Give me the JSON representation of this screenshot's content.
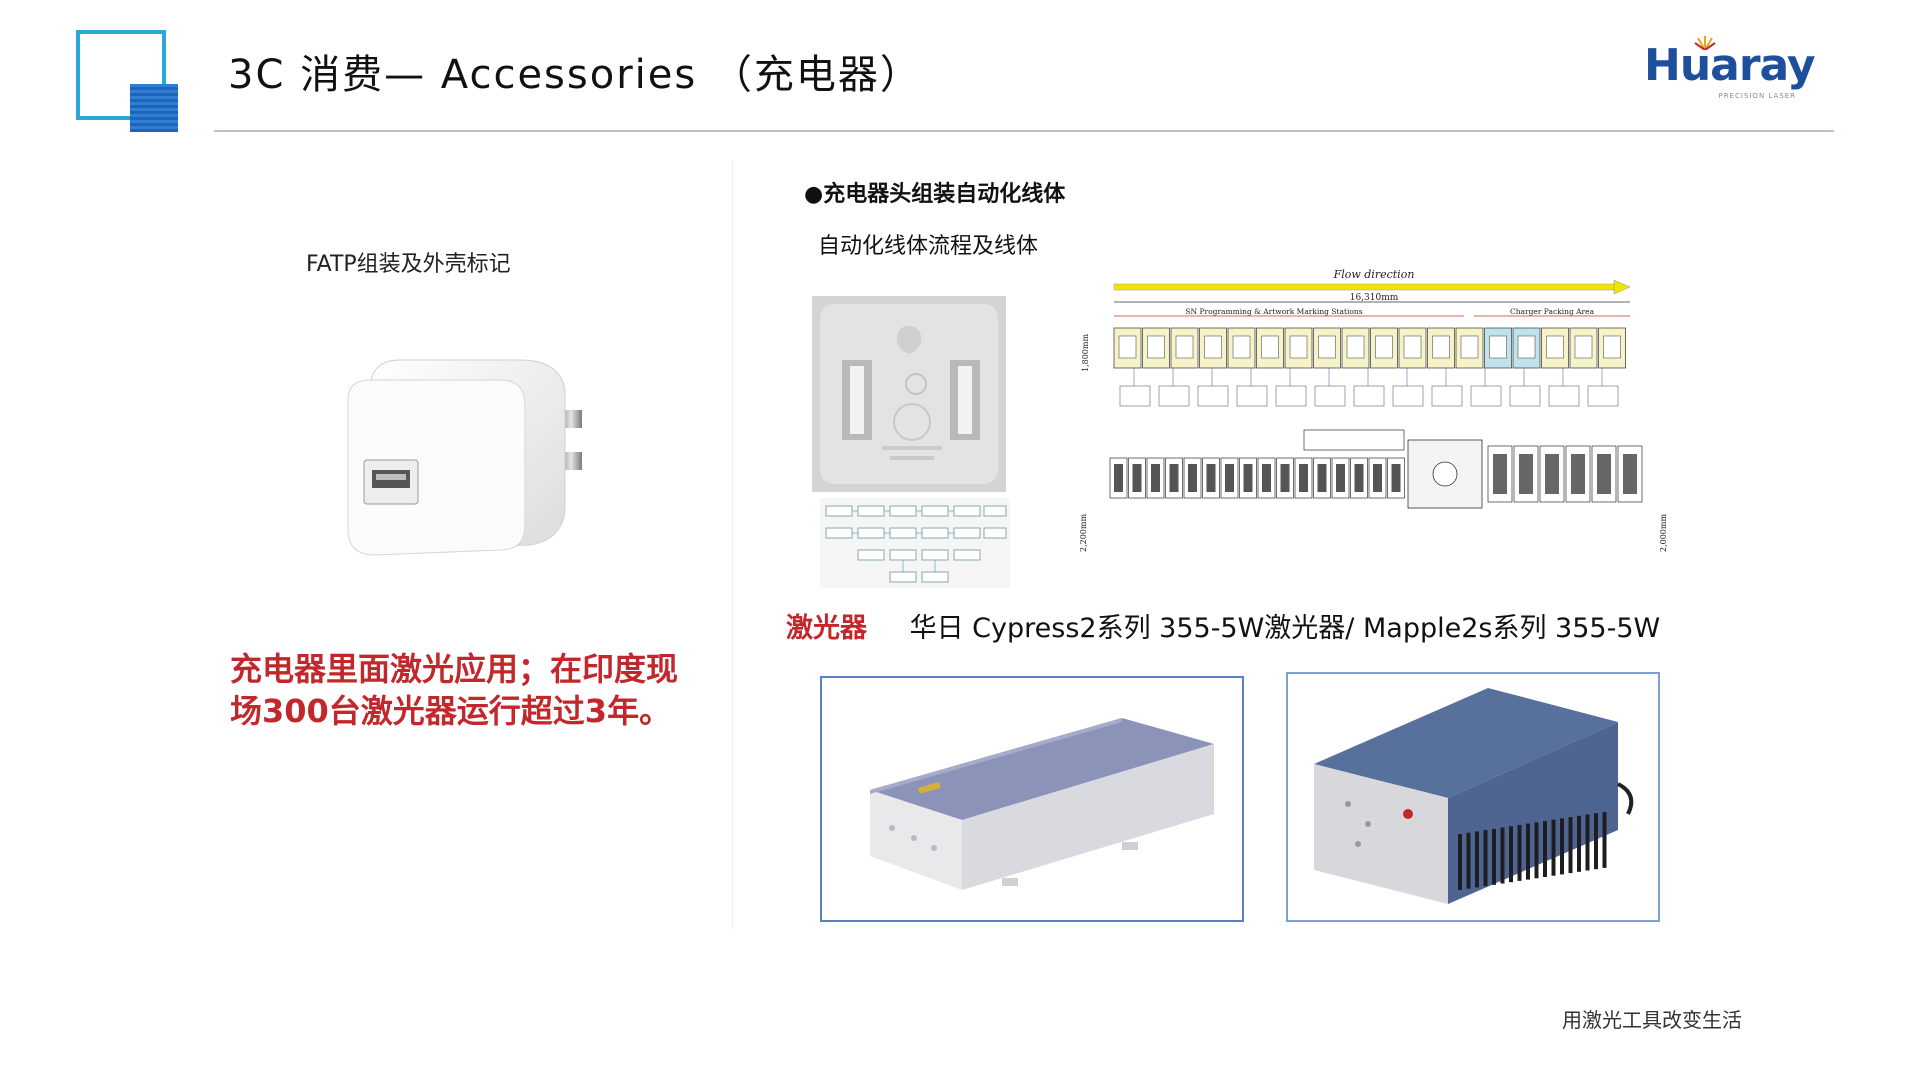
{
  "header": {
    "title": "3C 消费— Accessories （充电器）",
    "logo_text": "Huaray",
    "logo_sub": "PRECISION LASER"
  },
  "left": {
    "fatp_label": "FATP组装及外壳标记",
    "note": "充电器里面激光应用；在印度现场300台激光器运行超过3年。"
  },
  "right": {
    "bullet_title": "●充电器头组装自动化线体",
    "sub_title": "自动化线体流程及线体",
    "diagram": {
      "flow_label": "Flow direction",
      "length_label": "16,310mm",
      "area_left": "SN Programming & Artwork Marking Stations",
      "area_right": "Charger Packing Area",
      "dim_1": "1,800mm",
      "dim_2": "2,200mm",
      "dim_3": "2,000mm"
    },
    "laser_label": "激光器",
    "laser_desc": "华日 Cypress2系列 355-5W激光器/ Mapple2s系列 355-5W"
  },
  "footer": {
    "slogan": "用激光工具改变生活"
  },
  "colors": {
    "accent_red": "#c3272b",
    "accent_blue": "#1e4f9c",
    "frame_blue": "#5b7fc4"
  }
}
